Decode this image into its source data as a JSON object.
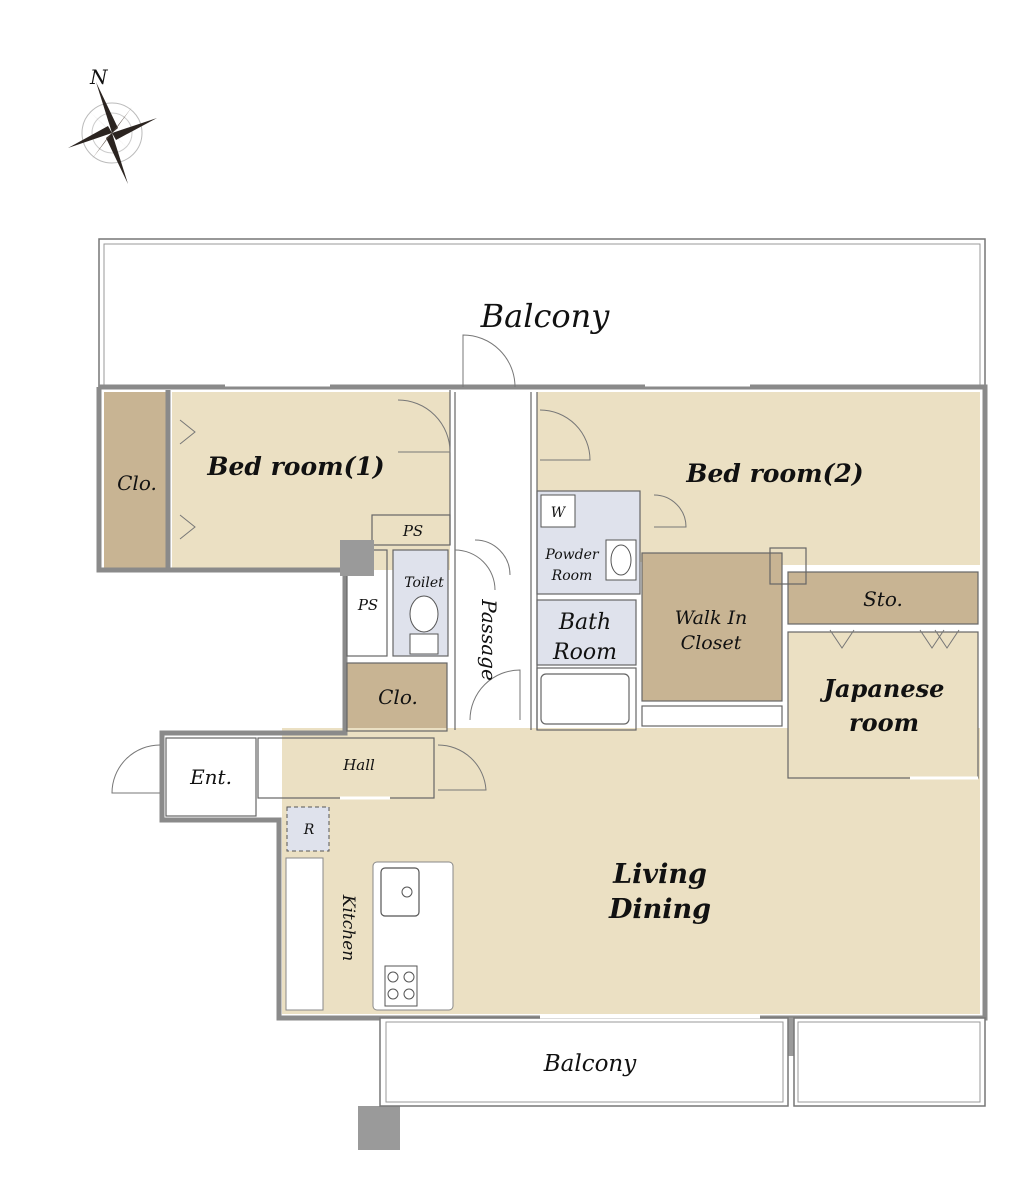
{
  "compass": {
    "north_label": "N",
    "icon": "compass-rose-icon"
  },
  "colors": {
    "floor": "#ebe0c3",
    "closet": "#c8b493",
    "wet": "#dfe2ec",
    "wall": "#8a8a8a",
    "column": "#9a9a9a"
  },
  "rooms": {
    "balcony_top": "Balcony",
    "bedroom1": "Bed room(1)",
    "bedroom2": "Bed room(2)",
    "closet_left": "Clo.",
    "ps_top": "PS",
    "ps_left": "PS",
    "toilet": "Toilet",
    "passage": "Passage",
    "washer": "W",
    "powder_room_line1": "Powder",
    "powder_room_line2": "Room",
    "bath_line1": "Bath",
    "bath_line2": "Room",
    "walk_in_line1": "Walk In",
    "walk_in_line2": "Closet",
    "storage": "Sto.",
    "japanese_line1": "Japanese",
    "japanese_line2": "room",
    "closet_hall": "Clo.",
    "entrance": "Ent.",
    "hall": "Hall",
    "refrigerator": "R",
    "kitchen": "Kitchen",
    "living_line1": "Living",
    "living_line2": "Dining",
    "balcony_bottom": "Balcony"
  }
}
